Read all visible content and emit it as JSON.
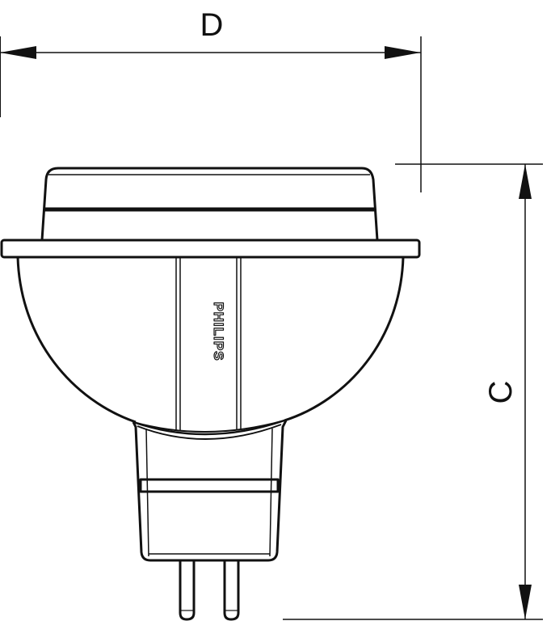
{
  "dimensions": {
    "width_label": "D",
    "height_label": "C"
  },
  "lamp": {
    "brand_text": "PHILIPS"
  },
  "colors": {
    "line": "#111111",
    "background": "#ffffff"
  }
}
